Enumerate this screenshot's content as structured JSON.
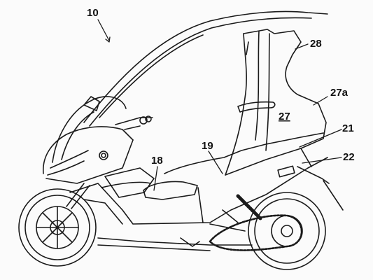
{
  "figure": {
    "reference_numerals": {
      "vehicle": "10",
      "seat": "18",
      "side_panel": "19",
      "rear_body": "21",
      "rear_holder": "22",
      "backrest": "27",
      "backrest_cover": "27a",
      "roof_pillar": "28"
    }
  }
}
